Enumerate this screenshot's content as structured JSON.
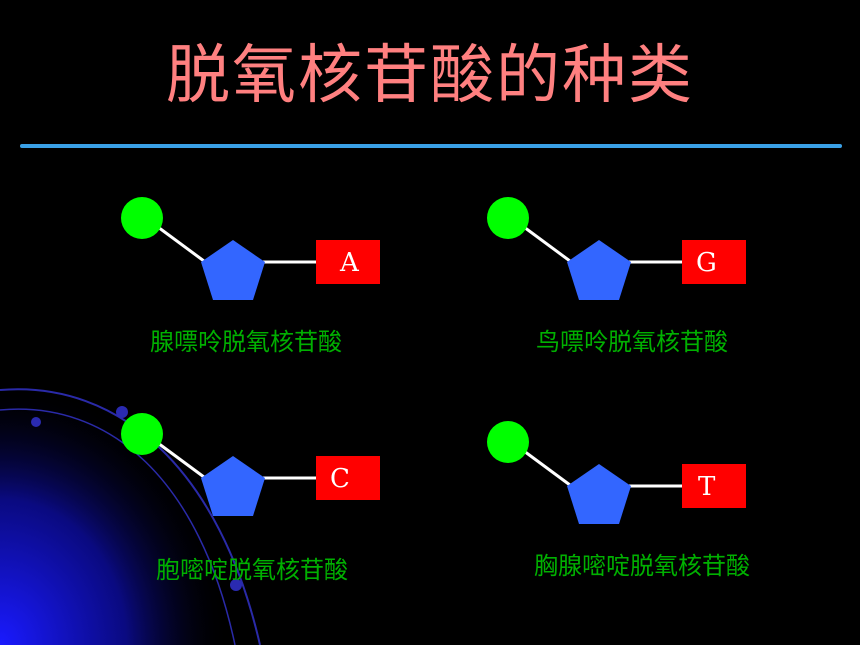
{
  "title": "脱氧核苷酸的种类",
  "colors": {
    "background": "#000000",
    "title": "#ff8080",
    "rule": "#3aa0e6",
    "phosphate": "#00ff00",
    "sugar": "#3366ff",
    "base": "#ff0000",
    "label": "#00b000"
  },
  "nucleotides": [
    {
      "base": "A",
      "label": "腺嘌呤脱氧核苷酸"
    },
    {
      "base": "G",
      "label": "鸟嘌呤脱氧核苷酸"
    },
    {
      "base": "C",
      "label": "胞嘧啶脱氧核苷酸"
    },
    {
      "base": "T",
      "label": "胸腺嘧啶脱氧核苷酸"
    }
  ]
}
